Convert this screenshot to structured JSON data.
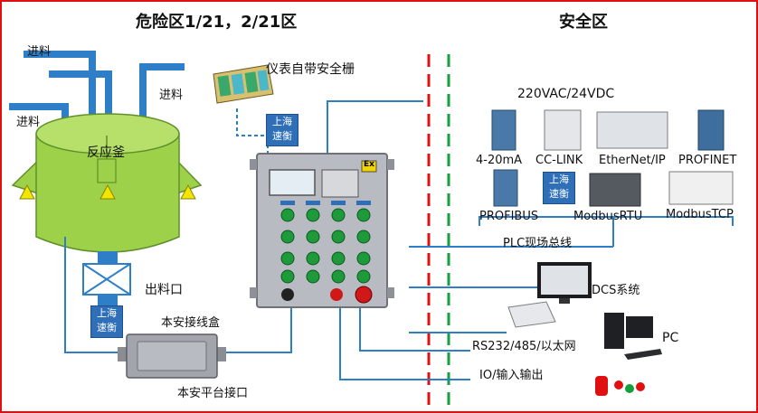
{
  "titles": {
    "hazard_zone": "危险区1/21，2/21区",
    "safe_zone": "安全区"
  },
  "labels": {
    "feed_1": "进料",
    "feed_2": "进料",
    "feed_3": "进料",
    "reactor": "反应釜",
    "barrier": "仪表自带安全栅",
    "outlet": "出料口",
    "junction_box": "本安接线盒",
    "platform_interface": "本安平台接口",
    "power": "220VAC/24VDC",
    "fieldbus": "PLC现场总线",
    "dcs": "DCS系统",
    "serial": "RS232/485/以太网",
    "pc": "PC",
    "io": "IO/输入输出",
    "ex_mark": "Ex"
  },
  "protocols": [
    "4-20mA",
    "CC-LINK",
    "EtherNet/IP",
    "PROFINET",
    "PROFIBUS",
    "ModbusRTU",
    "ModbusTCP"
  ],
  "brand": {
    "line1": "上海",
    "line2": "速衡"
  },
  "colors": {
    "frame": "#e01010",
    "line_blue": "#2f7fc8",
    "divider_red": "#e01010",
    "divider_green": "#14a03c",
    "reactor_green": "#9ed14a",
    "badge_blue": "#2f6fb7"
  }
}
